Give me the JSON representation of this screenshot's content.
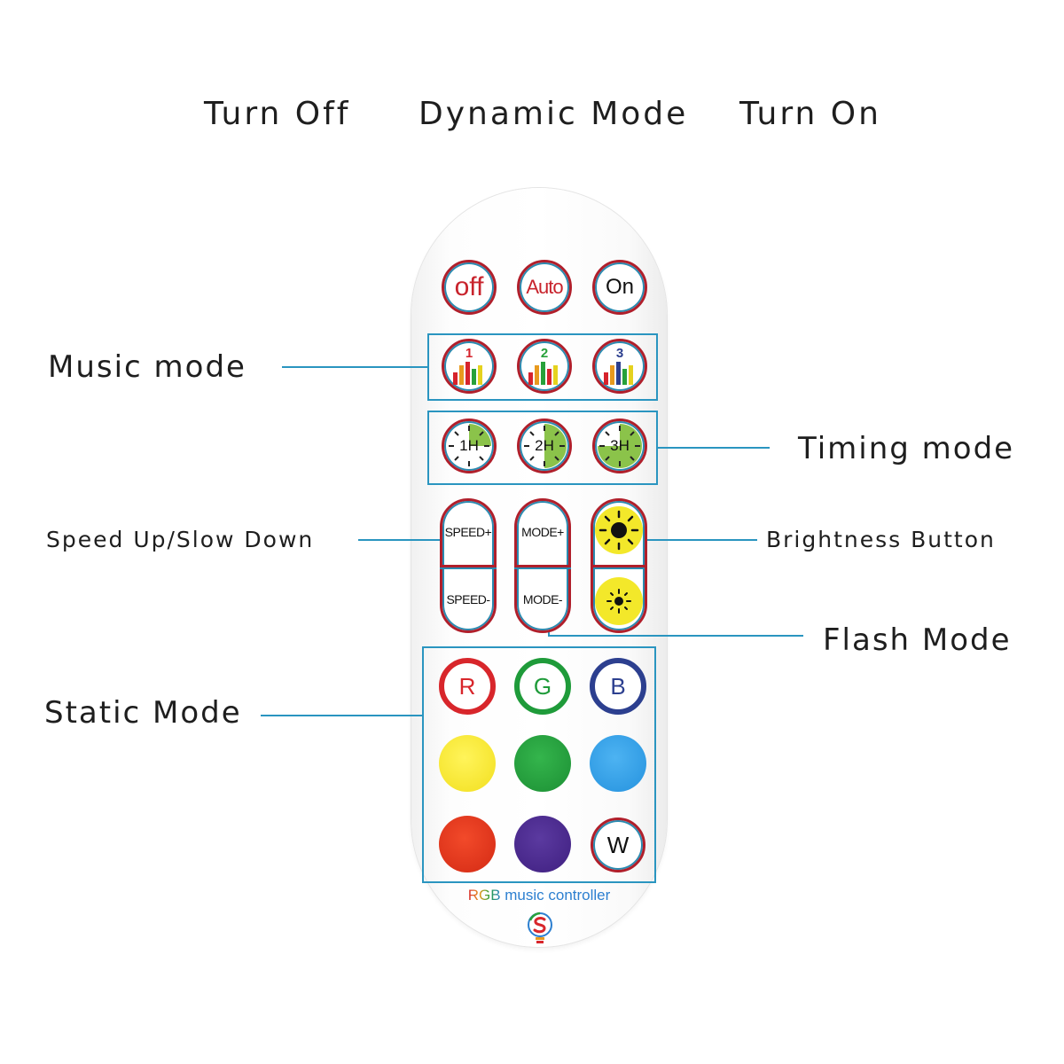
{
  "top_labels": {
    "turn_off": "Turn Off",
    "dynamic_mode": "Dynamic Mode",
    "turn_on": "Turn On"
  },
  "side_labels": {
    "music_mode": "Music mode",
    "timing_mode": "Timing mode",
    "speed": "Speed Up/Slow Down",
    "brightness": "Brightness Button",
    "flash_mode": "Flash Mode",
    "static_mode": "Static Mode"
  },
  "remote": {
    "power_row": {
      "off": "off",
      "auto": "Auto",
      "on": "On"
    },
    "music_row": [
      "1",
      "2",
      "3"
    ],
    "timer_row": [
      "1H",
      "2H",
      "3H"
    ],
    "speed": {
      "up": "SPEED+",
      "down": "SPEED-"
    },
    "mode": {
      "up": "MODE+",
      "down": "MODE-"
    },
    "rgb_letters": {
      "r": "R",
      "g": "G",
      "b": "B",
      "w": "W"
    },
    "brand_rgb": "RGB",
    "brand_rest": " music controller"
  },
  "colors": {
    "accent_line": "#2a95c0",
    "button_ring": "#b01f2b",
    "red": "#e2321f",
    "green": "#1f9b3a",
    "blue": "#2c3f8f",
    "yellow": "#f6e52a",
    "light_green": "#22a23e",
    "light_blue": "#2c9ee8",
    "purple": "#4a2a8c"
  }
}
